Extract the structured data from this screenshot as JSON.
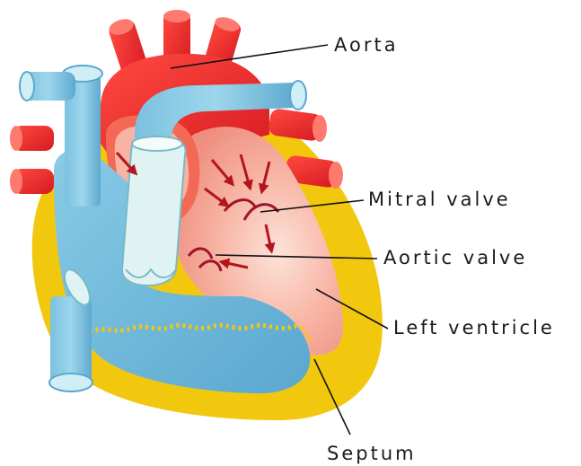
{
  "labels": {
    "aorta": "Aorta",
    "mitral_valve": "Mitral valve",
    "aortic_valve": "Aortic valve",
    "left_ventricle": "Left ventricle",
    "septum": "Septum"
  },
  "colors": {
    "outer_wall": "#f2c80f",
    "deoxygenated_blue": "#6fb6d8",
    "oxygenated_red": "#e8262b",
    "chamber_pink": "#f6a99a",
    "valve_white": "#dff3f3",
    "flow_arrow": "#b4141e",
    "leader_line": "#111111"
  }
}
